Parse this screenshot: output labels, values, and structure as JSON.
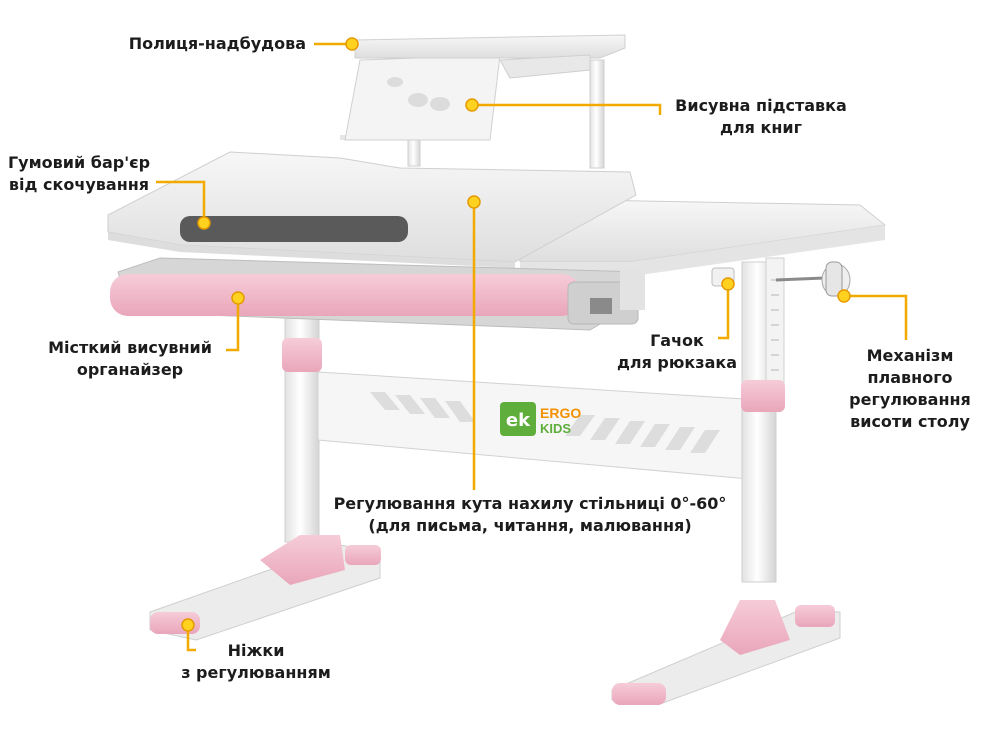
{
  "callouts": {
    "shelf": "Полиця-надбудова",
    "book_stand": [
      "Висувна підставка",
      "для книг"
    ],
    "rubber_barrier": [
      "Гумовий бар'єр",
      "від скочування"
    ],
    "organizer": [
      "Місткий висувний",
      "органайзер"
    ],
    "backpack_hook": [
      "Гачок",
      "для рюкзака"
    ],
    "height_mechanism": [
      "Механізм",
      "плавного",
      "регулювання",
      "висоти столу"
    ],
    "tilt_adjustment": [
      "Регулювання кута нахилу стільниці 0°-60°",
      "(для письма, читання, малювання)"
    ],
    "legs": [
      "Ніжки",
      "з регулюванням"
    ]
  },
  "brand": {
    "mark": "ek",
    "line1": "ERGO",
    "line2": "KIDS"
  },
  "colors": {
    "accent_line": "#f2a900",
    "marker": "#ffd21f",
    "pink": "#f0b8c8",
    "pink_dark": "#e59ab0",
    "desk_white": "#f3f3f3",
    "brand_green": "#5fae3c",
    "brand_orange": "#f29200"
  }
}
